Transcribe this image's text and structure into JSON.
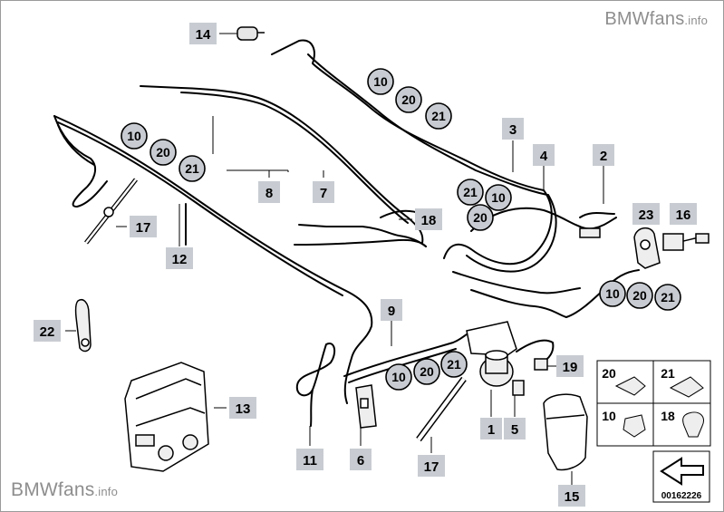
{
  "watermarks": {
    "top_main": "BMWfans",
    "top_suffix": ".info",
    "bottom_main": "BMWfans",
    "bottom_suffix": ".info"
  },
  "diagram_id": "00162226",
  "colors": {
    "label_box": "#c8ccd2",
    "circle_fill": "#c8ccd2",
    "line": "#000000",
    "watermark": "#8e8e8e"
  },
  "part_labels": [
    {
      "id": "14",
      "text": "14"
    },
    {
      "id": "3",
      "text": "3"
    },
    {
      "id": "4",
      "text": "4"
    },
    {
      "id": "2",
      "text": "2"
    },
    {
      "id": "8",
      "text": "8"
    },
    {
      "id": "7",
      "text": "7"
    },
    {
      "id": "18",
      "text": "18"
    },
    {
      "id": "23",
      "text": "23"
    },
    {
      "id": "16",
      "text": "16"
    },
    {
      "id": "17a",
      "text": "17"
    },
    {
      "id": "12",
      "text": "12"
    },
    {
      "id": "22",
      "text": "22"
    },
    {
      "id": "9",
      "text": "9"
    },
    {
      "id": "19",
      "text": "19"
    },
    {
      "id": "13",
      "text": "13"
    },
    {
      "id": "11",
      "text": "11"
    },
    {
      "id": "6",
      "text": "6"
    },
    {
      "id": "17b",
      "text": "17"
    },
    {
      "id": "1",
      "text": "1"
    },
    {
      "id": "5",
      "text": "5"
    },
    {
      "id": "15",
      "text": "15"
    }
  ],
  "circle_groups": [
    {
      "id": "g1",
      "items": [
        "10",
        "20",
        "21"
      ]
    },
    {
      "id": "g2",
      "items": [
        "10",
        "20",
        "21"
      ]
    },
    {
      "id": "g3",
      "items": [
        "21",
        "10",
        "20"
      ]
    },
    {
      "id": "g4",
      "items": [
        "10",
        "20",
        "21"
      ]
    },
    {
      "id": "g5",
      "items": [
        "10",
        "20",
        "21"
      ]
    }
  ],
  "legend": [
    {
      "id": "c20",
      "text": "20"
    },
    {
      "id": "c21",
      "text": "21"
    },
    {
      "id": "c10",
      "text": "10"
    },
    {
      "id": "c18",
      "text": "18"
    }
  ]
}
